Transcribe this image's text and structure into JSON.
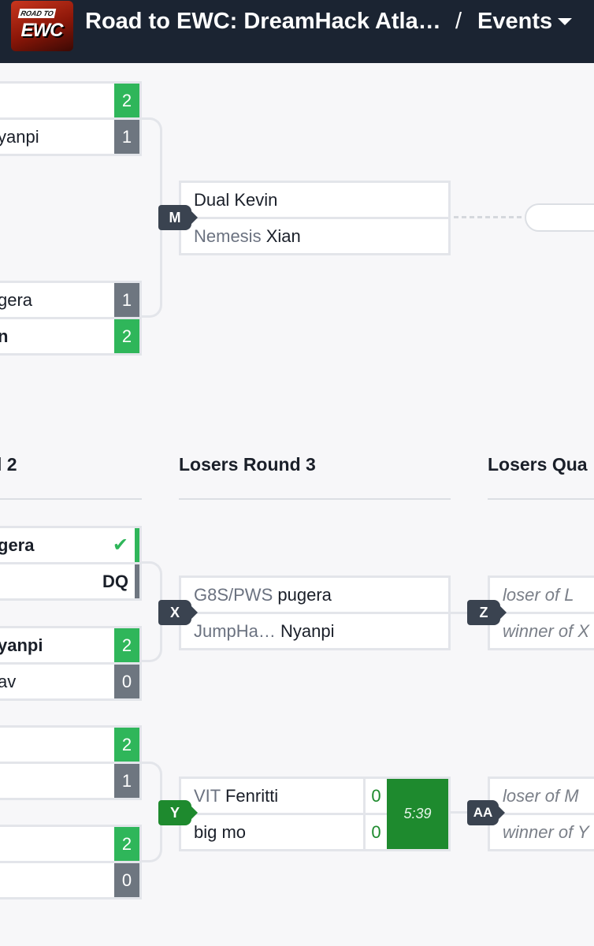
{
  "header": {
    "logo_top": "ROAD TO",
    "logo_main": "EWC",
    "title": "Road to EWC: DreamHack Atla…",
    "separator": "/",
    "nav_label": "Events"
  },
  "winners": {
    "left_match_a": {
      "p1": {
        "name": "",
        "score": "2"
      },
      "p2": {
        "name": "yanpi",
        "score": "1"
      }
    },
    "left_match_b": {
      "p1": {
        "name": "gera",
        "score": "1"
      },
      "p2": {
        "name": "n",
        "score": "2"
      }
    },
    "match_m": {
      "tag": "M",
      "p1": {
        "team": "",
        "name": "Dual Kevin"
      },
      "p2": {
        "team": "Nemesis",
        "name": "Xian"
      }
    }
  },
  "rounds": {
    "left_partial": "l 2",
    "losers_round_3": "Losers Round 3",
    "losers_quarter": "Losers Qua"
  },
  "losers": {
    "left_match_c": {
      "p1": {
        "name": "gera",
        "status": "✔"
      },
      "p2": {
        "name": "",
        "status": "DQ"
      }
    },
    "left_match_d": {
      "p1": {
        "name": "yanpi",
        "score": "2"
      },
      "p2": {
        "name": "av",
        "score": "0"
      }
    },
    "left_match_e": {
      "p1": {
        "name": "",
        "score": "2"
      },
      "p2": {
        "name": "",
        "score": "1"
      }
    },
    "left_match_f": {
      "p1": {
        "name": "",
        "score": "2"
      },
      "p2": {
        "name": "",
        "score": "0"
      }
    },
    "match_x": {
      "tag": "X",
      "p1": {
        "team": "G8S/PWS",
        "name": "pugera"
      },
      "p2": {
        "team": "JumpHa…",
        "name": "Nyanpi"
      }
    },
    "match_y": {
      "tag": "Y",
      "p1": {
        "team": "VIT",
        "name": "Fenritti",
        "score": "0"
      },
      "p2": {
        "team": "",
        "name": "big mo",
        "score": "0"
      },
      "timer": "5:39"
    },
    "match_z": {
      "tag": "Z",
      "p1": "loser of L",
      "p2": "winner of X"
    },
    "match_aa": {
      "tag": "AA",
      "p1": "loser of M",
      "p2": "winner of Y"
    }
  },
  "colors": {
    "header_bg": "#1b2432",
    "win": "#2fb65a",
    "loss": "#6e7680",
    "live": "#1e8a2e",
    "tag": "#3a4350"
  }
}
